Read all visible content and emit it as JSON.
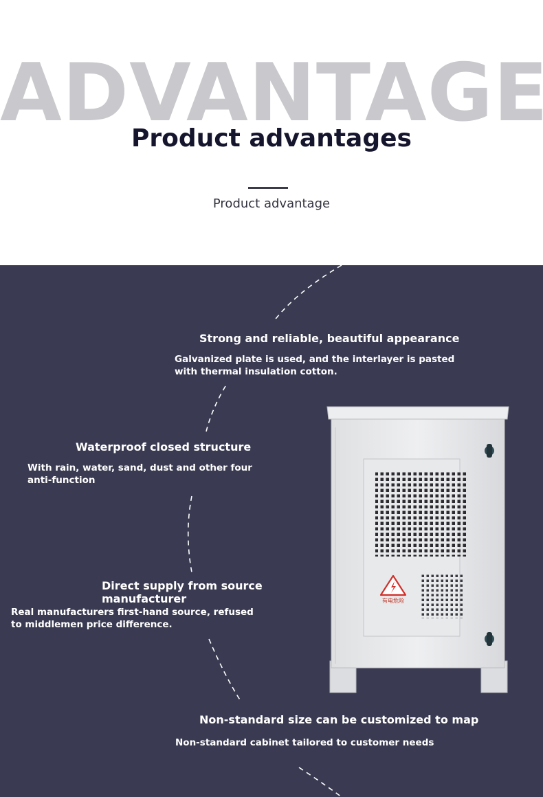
{
  "hero": {
    "watermark": "ADVANTAGE",
    "title": "Product advantages",
    "subtitle": "Product advantage"
  },
  "features": [
    {
      "title": "Strong and reliable, beautiful appearance",
      "description_lines": [
        "Galvanized plate is used, and the interlayer is pasted",
        "with thermal insulation cotton."
      ]
    },
    {
      "title": "Waterproof closed structure",
      "description_lines": [
        "With rain, water, sand, dust and other four",
        "anti-function"
      ]
    },
    {
      "title_lines": [
        "Direct supply from source",
        "manufacturer"
      ],
      "description_lines": [
        "Real manufacturers first-hand source, refused",
        "to middlemen price difference."
      ]
    },
    {
      "title": "Non-standard size can be customized to map",
      "description_lines": [
        "Non-standard cabinet tailored to customer needs"
      ]
    }
  ],
  "product": {
    "warning_label": "有电危险",
    "icon": "high-voltage-warning-icon"
  },
  "colors": {
    "panel_background": "#3a3b52",
    "cabinet": "#e9eaec",
    "title_dark": "#15152e",
    "watermark": "#c9c9cd"
  }
}
